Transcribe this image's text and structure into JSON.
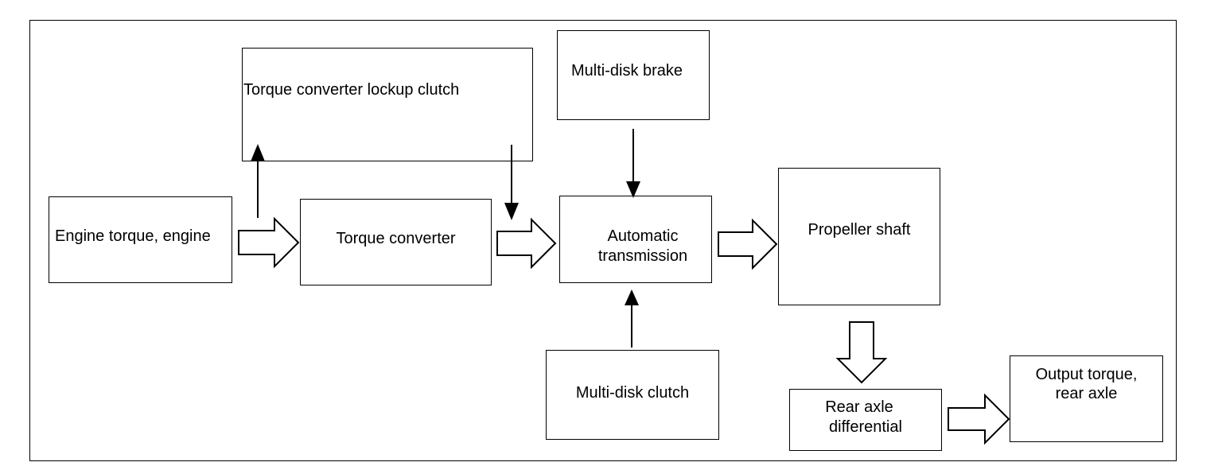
{
  "diagram": {
    "nodes": {
      "lockup_clutch": "Torque converter lockup clutch",
      "multi_disk_brake": "Multi-disk brake",
      "engine": "Engine torque, engine",
      "torque_converter": "Torque converter",
      "automatic_transmission": [
        "Automatic",
        "transmission"
      ],
      "propeller_shaft": "Propeller shaft",
      "multi_disk_clutch": "Multi-disk clutch",
      "rear_axle_differential": [
        "Rear axle",
        "differential"
      ],
      "output_torque": [
        "Output torque,",
        "rear axle"
      ]
    },
    "connections": [
      {
        "from": "engine",
        "to": "torque_converter",
        "style": "hollow-arrow"
      },
      {
        "from": "engine",
        "to": "lockup_clutch",
        "style": "line-arrow"
      },
      {
        "from": "lockup_clutch",
        "to": "automatic_transmission",
        "style": "line-arrow"
      },
      {
        "from": "torque_converter",
        "to": "automatic_transmission",
        "style": "hollow-arrow"
      },
      {
        "from": "multi_disk_brake",
        "to": "automatic_transmission",
        "style": "line-arrow"
      },
      {
        "from": "multi_disk_clutch",
        "to": "automatic_transmission",
        "style": "line-arrow"
      },
      {
        "from": "automatic_transmission",
        "to": "propeller_shaft",
        "style": "hollow-arrow"
      },
      {
        "from": "propeller_shaft",
        "to": "rear_axle_differential",
        "style": "hollow-arrow"
      },
      {
        "from": "rear_axle_differential",
        "to": "output_torque",
        "style": "hollow-arrow"
      }
    ]
  }
}
